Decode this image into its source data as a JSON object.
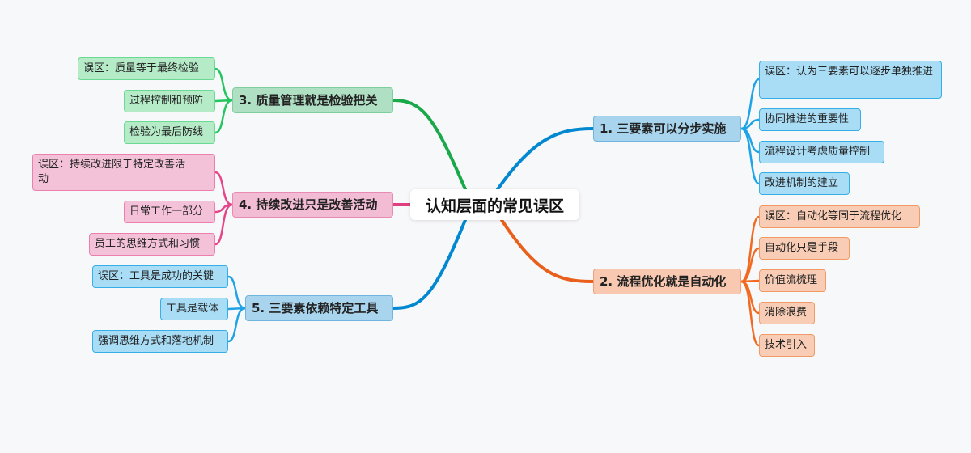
{
  "root": {
    "label": "认知层面的常见误区"
  },
  "branches": [
    {
      "label": "1. 三要素可以分步实施",
      "color": "#0288d1",
      "children": [
        "误区：认为三要素可以逐步单独推进",
        "协同推进的重要性",
        "流程设计考虑质量控制",
        "改进机制的建立"
      ]
    },
    {
      "label": "2. 流程优化就是自动化",
      "color": "#e8601c",
      "children": [
        "误区：自动化等同于流程优化",
        "自动化只是手段",
        "价值流梳理",
        "消除浪费",
        "技术引入"
      ]
    },
    {
      "label": "3. 质量管理就是检验把关",
      "color": "#1aa84a",
      "children": [
        "误区：质量等于最终检验",
        "过程控制和预防",
        "检验为最后防线"
      ]
    },
    {
      "label": "4. 持续改进只是改善活动",
      "color": "#e0407f",
      "children": [
        "误区：持续改进限于特定改善活动",
        "日常工作一部分",
        "员工的思维方式和习惯"
      ]
    },
    {
      "label": "5. 三要素依赖特定工具",
      "color": "#0288d1",
      "children": [
        "误区：工具是成功的关键",
        "工具是载体",
        "强调思维方式和落地机制"
      ]
    }
  ]
}
